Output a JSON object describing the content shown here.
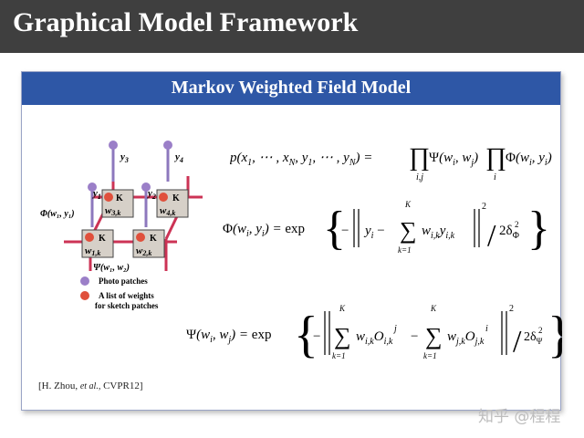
{
  "header": {
    "title": "Graphical Model Framework"
  },
  "panel": {
    "title": "Markov Weighted Field Model"
  },
  "diagram": {
    "nodes": {
      "y3": "y",
      "y3_sub": "3",
      "y4": "y",
      "y4_sub": "4",
      "y1": "y",
      "y1_sub": "1",
      "y2": "y",
      "y2_sub": "2",
      "K": "K",
      "w3k": "w",
      "w3k_sub": "3,k",
      "w4k": "w",
      "w4k_sub": "4,k",
      "w1k": "w",
      "w1k_sub": "1,k",
      "w2k": "w",
      "w2k_sub": "2,k"
    },
    "phi_label": "Φ(w₁, y₁)",
    "psi_label": "Ψ(w₁, w₂)",
    "legend": {
      "photo": "Photo patches",
      "weights_line1": "A list of weights",
      "weights_line2": "for sketch patches"
    },
    "colors": {
      "photo": "#9b7fc8",
      "weights": "#e0503c",
      "lattice": "#cc3355",
      "stem": "#8d78bd"
    }
  },
  "equations": {
    "joint": "p(x₁, ⋯ , x_N, y₁, ⋯ , y_N) = ∏_{i,j} Ψ(w_i, w_j) ∏_i Φ(w_i, y_i)",
    "phi": "Φ(w_i, y_i) = exp{ −‖ y_i − Σ_{k=1}^{K} w_{i,k} y_{i,k} ‖² / 2δ_Φ² }",
    "psi": "Ψ(w_i, w_j) = exp{ −‖ Σ_{k=1}^{K} w_{i,k} O^j_{i,k} − Σ_{k=1}^{K} w_{j,k} O^i_{j,k} ‖² / 2δ_Ψ² }"
  },
  "citation": {
    "pre": "[H. Zhou, ",
    "italic": "et al.,",
    "post": " CVPR12]"
  },
  "watermark": "知乎 @程程"
}
